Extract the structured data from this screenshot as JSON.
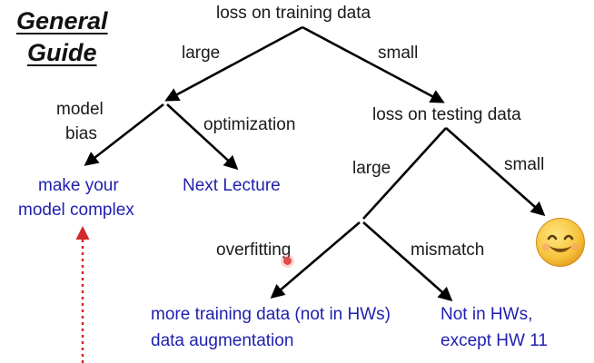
{
  "title": {
    "line1": "General",
    "line2": "Guide"
  },
  "nodes": {
    "root": "loss on training data",
    "training_large": "large",
    "training_small": "small",
    "model_bias_1": "model",
    "model_bias_2": "bias",
    "optimization": "optimization",
    "testing": "loss on testing data",
    "testing_large": "large",
    "testing_small": "small",
    "overfitting": "overfitting",
    "mismatch": "mismatch"
  },
  "outcomes": {
    "complex_1": "make your",
    "complex_2": "model complex",
    "next_lecture": "Next Lecture",
    "overfit_1": "more training data (not in HWs)",
    "overfit_2": "data augmentation",
    "mismatch_1": "Not in HWs,",
    "mismatch_2": "except HW 11"
  },
  "icons": {
    "smiley": "smiley-face-icon"
  },
  "colors": {
    "blue_text": "#1f1fb0",
    "dotted_arrow": "#d22a2a"
  }
}
